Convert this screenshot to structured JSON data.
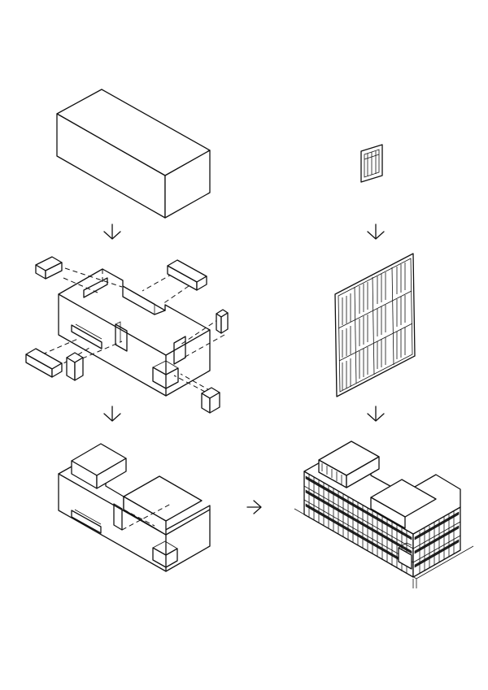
{
  "diagram": {
    "steps": [
      {
        "id": "massing-box"
      },
      {
        "id": "subtracted-volumes-exploded"
      },
      {
        "id": "carved-massing"
      },
      {
        "id": "single-window-module"
      },
      {
        "id": "facade-grid"
      },
      {
        "id": "final-building"
      }
    ],
    "arrows": [
      "down",
      "down",
      "down",
      "down",
      "right"
    ],
    "colors": {
      "stroke": "#111111",
      "background": "#ffffff"
    }
  }
}
